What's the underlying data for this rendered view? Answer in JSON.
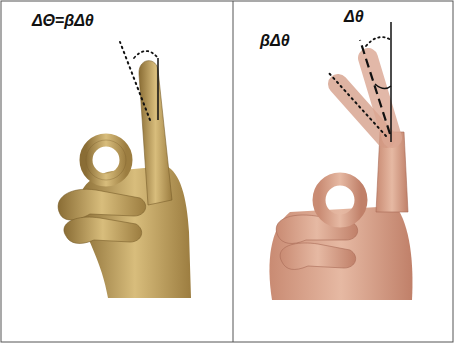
{
  "diagram": {
    "labels": [
      "ΔΘ=βΔθ",
      "βΔθ",
      "Δθ"
    ]
  }
}
